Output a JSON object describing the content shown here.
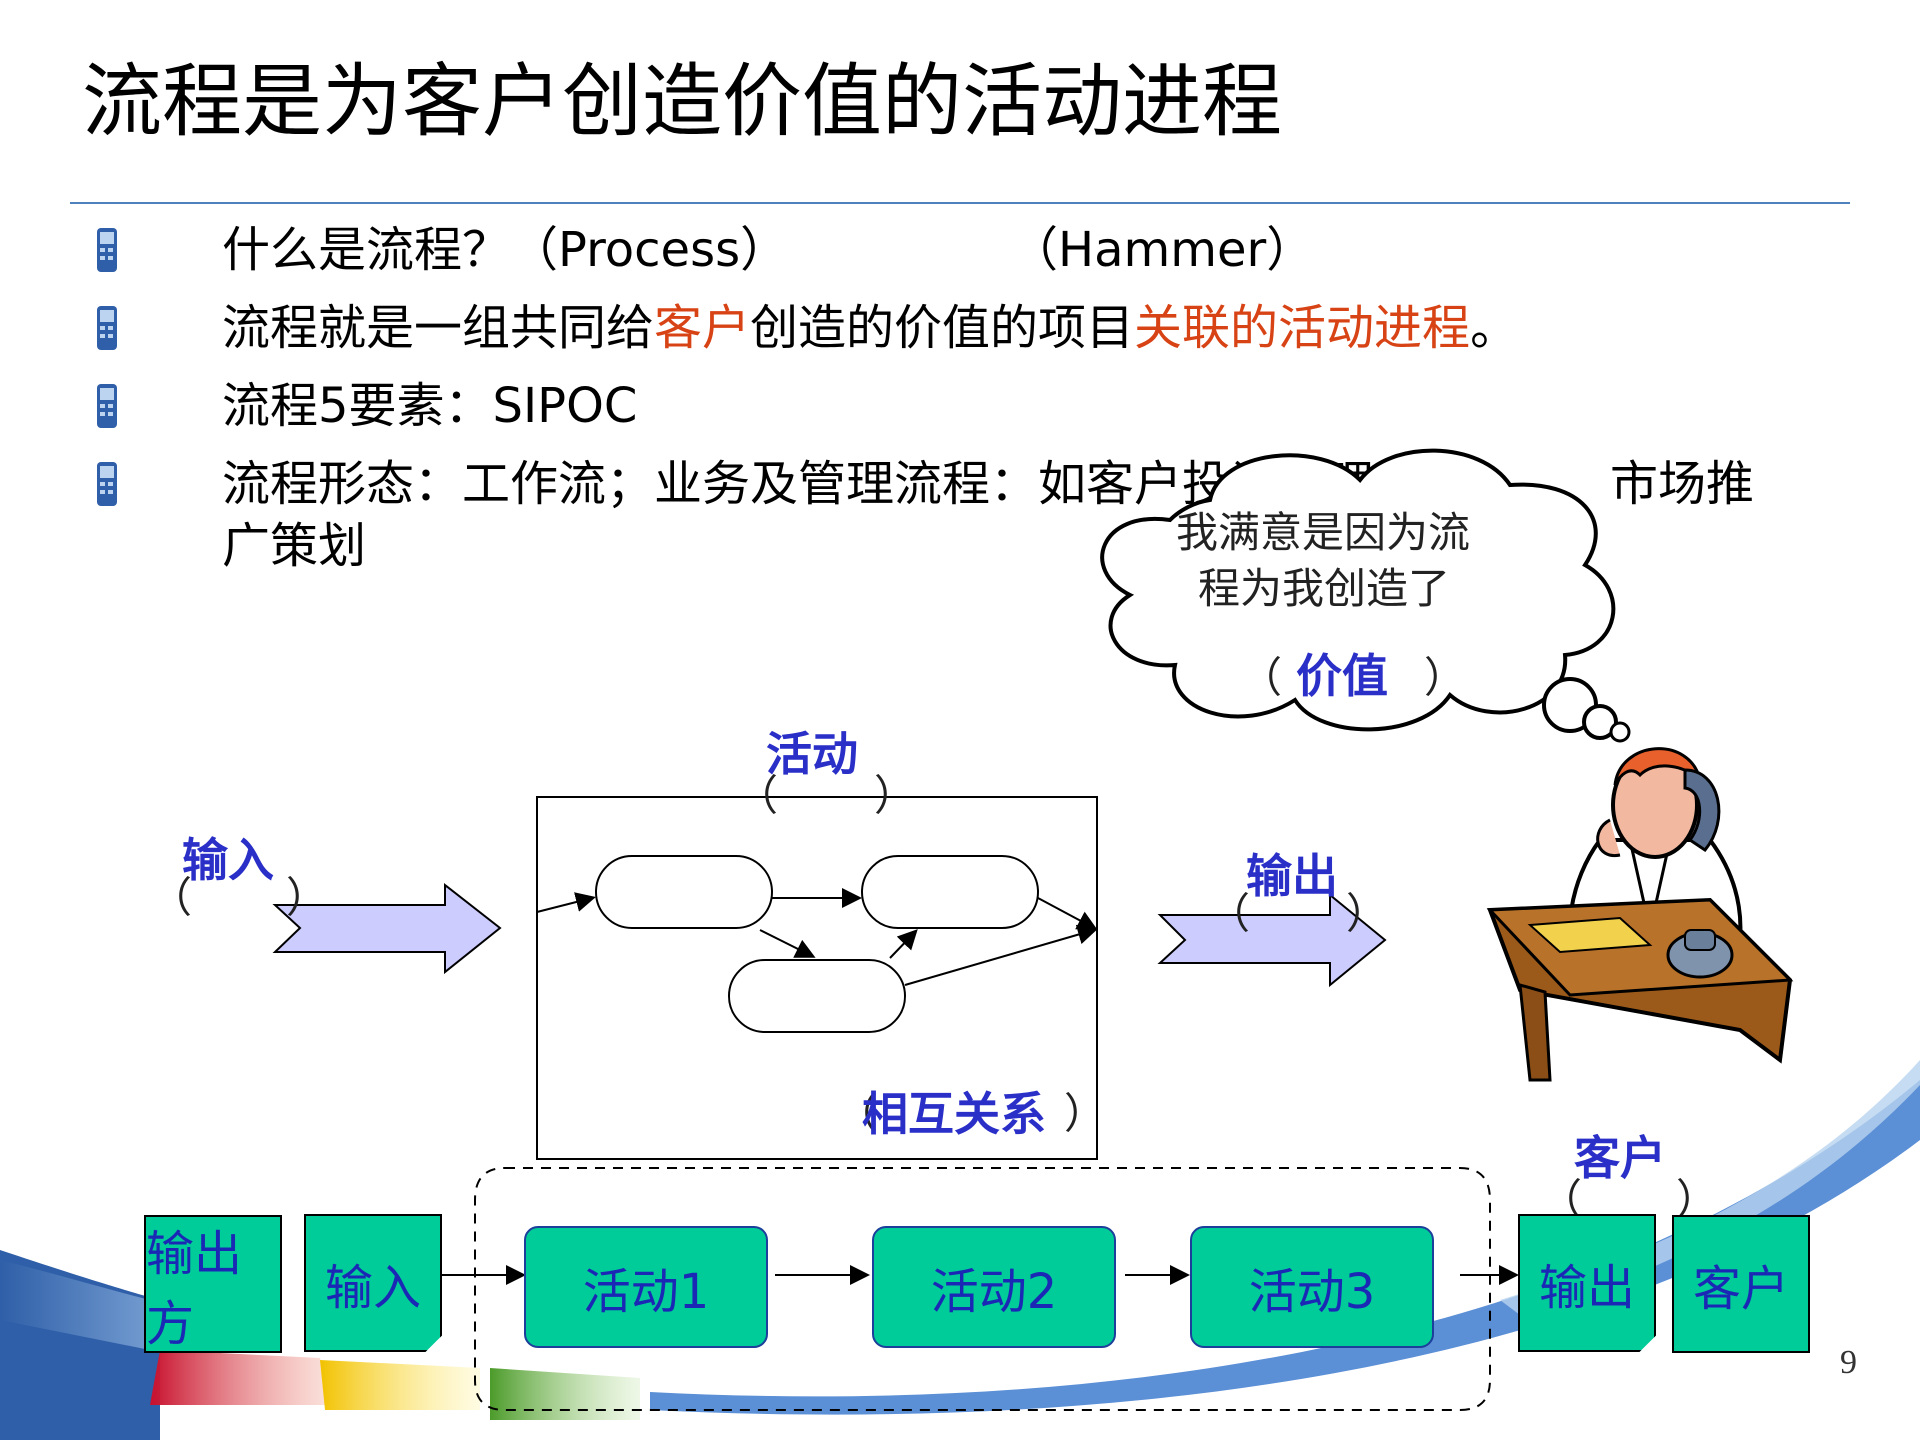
{
  "title": "流程是为客户创造价值的活动进程",
  "bullets": {
    "b1_a": "什么是流程？（Process）",
    "b1_b": "（Hammer）",
    "b2_a": "流程就是一组共同给",
    "b2_b": "客户",
    "b2_c": "创造的价值的项目",
    "b2_d": "关联的活动进程",
    "b2_e": "。",
    "b3": "流程5要素：SIPOC",
    "b4_a": "流程形态：工作流；业务及管理流程：如客户投诉处理",
    "b4_b": "市场推",
    "b4_c": "广策划"
  },
  "cloud": {
    "line1": "我满意是因为流",
    "line2": "程为我创造了",
    "paren_open": "（",
    "highlight": "价值",
    "paren_close": "）"
  },
  "diagram": {
    "activity_label": "活动",
    "input_label": "输入",
    "output_label": "输出",
    "relation_open": "（",
    "relation_label": "相互关系",
    "relation_close": "）",
    "customer_label": "客户",
    "paren_open": "（",
    "paren_close": "）"
  },
  "flow": {
    "supplier": "输出方",
    "input": "输入",
    "activity1": "活动1",
    "activity2": "活动2",
    "activity3": "活动3",
    "output": "输出",
    "customer": "客户"
  },
  "page_number": "9",
  "colors": {
    "accent_blue": "#2a2fc8",
    "highlight_red": "#d84315",
    "teal": "#00cc99",
    "arrow_fill": "#ccccff",
    "rule": "#4f81bd"
  },
  "icons": [
    "phone-bullet-icon",
    "thinking-cloud-icon",
    "customer-on-phone-icon",
    "block-arrow-icon"
  ]
}
